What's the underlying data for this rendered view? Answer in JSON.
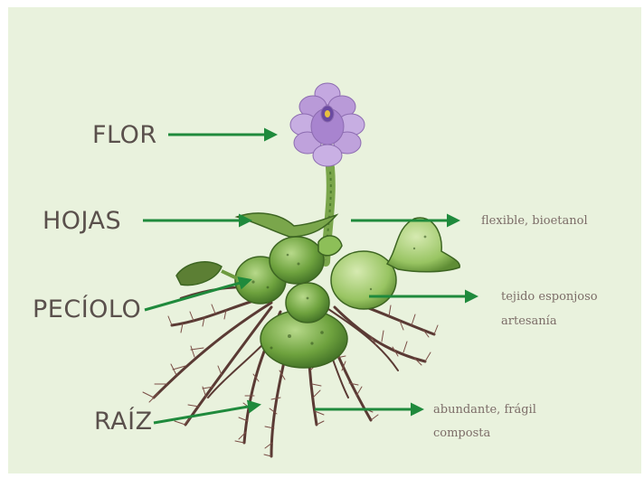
{
  "labels": {
    "flor": "FLOR",
    "hojas": "HOJAS",
    "peciolo": "PECÍOLO",
    "raiz": "RAÍZ"
  },
  "notes": {
    "hojas": "flexible, bioetanol",
    "peciolo_line1": "tejido esponjoso",
    "peciolo_line2": "artesanía",
    "raiz_line1": "abundante, frágil",
    "raiz_line2": "composta"
  },
  "colors": {
    "background": "#e9f2dd",
    "arrow": "#1f8a3c",
    "label": "#5a504c",
    "note": "#7c6d68",
    "flower": "#b89ad6",
    "leaf": "#7cae47",
    "root": "#5a3a34"
  }
}
